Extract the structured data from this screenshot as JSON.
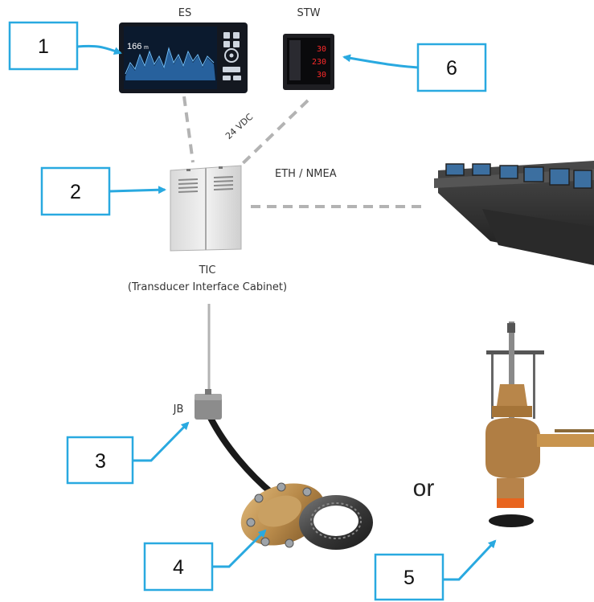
{
  "labels": {
    "es": "ES",
    "stw": "STW",
    "vdc": "24 VDC",
    "eth_nmea": "ETH / NMEA",
    "tic_line1": "TIC",
    "tic_line2": "(Transducer Interface Cabinet)",
    "jb": "JB",
    "or": "or"
  },
  "callouts": [
    "1",
    "2",
    "3",
    "4",
    "5",
    "6"
  ],
  "es_screen": {
    "depth": "166",
    "unit": "m"
  },
  "stw_readouts": [
    "30",
    "230",
    "30"
  ],
  "colors": {
    "callout_border": "#29a9e0",
    "arrow": "#29a9e0",
    "dashed_line": "#b3b3b3",
    "stw_led": "#ff2a2a",
    "es_trace": "#3a8fd8"
  }
}
